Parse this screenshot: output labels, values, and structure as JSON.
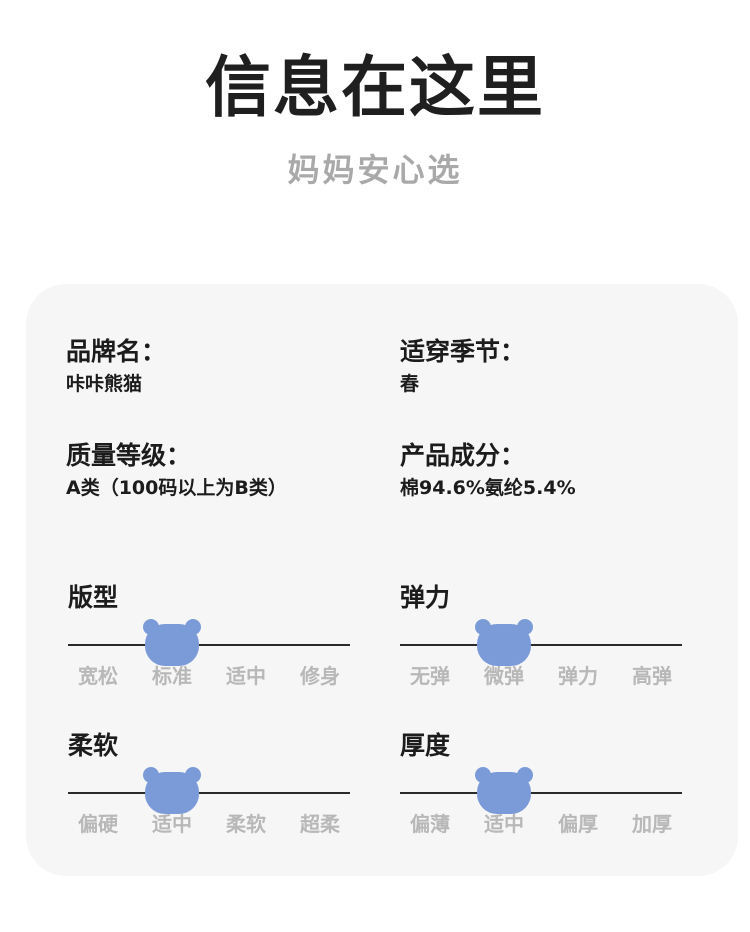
{
  "header": {
    "title": "信息在这里",
    "subtitle": "妈妈安心选"
  },
  "info": [
    {
      "label": "品牌名：",
      "value": "咔咔熊猫"
    },
    {
      "label": "适穿季节：",
      "value": "春"
    },
    {
      "label": "质量等级：",
      "value": "A类（100码以上为B类）"
    },
    {
      "label": "产品成分：",
      "value": "棉94.6%氨纶5.4%"
    }
  ],
  "scales": [
    {
      "title": "版型",
      "options": [
        "宽松",
        "标准",
        "适中",
        "修身"
      ],
      "selected_index": 1
    },
    {
      "title": "弹力",
      "options": [
        "无弹",
        "微弹",
        "弹力",
        "高弹"
      ],
      "selected_index": 1
    },
    {
      "title": "柔软",
      "options": [
        "偏硬",
        "适中",
        "柔软",
        "超柔"
      ],
      "selected_index": 1
    },
    {
      "title": "厚度",
      "options": [
        "偏薄",
        "适中",
        "偏厚",
        "加厚"
      ],
      "selected_index": 1
    }
  ],
  "colors": {
    "indicator": "#7b9bd8",
    "option_text": "#b8b8b8",
    "card_bg": "#f6f6f6"
  },
  "icons": {
    "indicator": "bear-head-icon"
  }
}
